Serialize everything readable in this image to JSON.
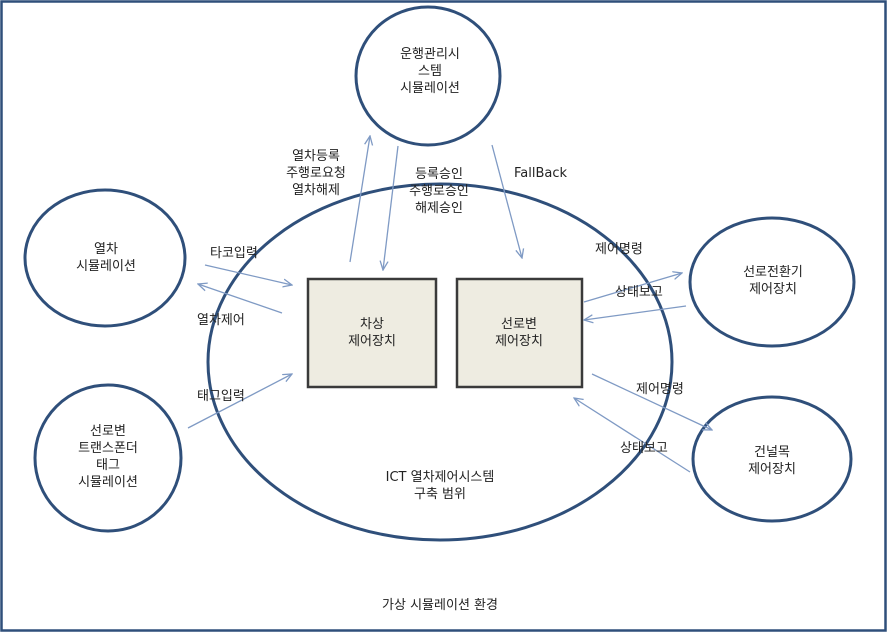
{
  "environment_label": "가상 시뮬레이션 환경",
  "scope_label": [
    "ICT 열차제어시스템",
    "구축 범위"
  ],
  "nodes": {
    "operations_sim": [
      "운행관리시",
      "스템",
      "시뮬레이션"
    ],
    "train_sim": [
      "열차",
      "시뮬레이션"
    ],
    "transponder_sim": [
      "선로변",
      "트랜스폰더",
      "태그",
      "시뮬레이션"
    ],
    "switch_control": [
      "선로전환기",
      "제어장치"
    ],
    "crossing_control": [
      "건널목",
      "제어장치"
    ],
    "onboard_control": [
      "차상",
      "제어장치"
    ],
    "wayside_control": [
      "선로변",
      "제어장치"
    ]
  },
  "arrows": {
    "train_register": [
      "열차등록",
      "주행로요청",
      "열차해제"
    ],
    "approvals": [
      "등록승인",
      "주행로승인",
      "해제승인"
    ],
    "fallback": "FallBack",
    "speed_input": "타코입력",
    "train_control": "열차제어",
    "tag_input": "태그입력",
    "switch_command": "제어명령",
    "switch_status": "상태보고",
    "crossing_command": "제어명령",
    "crossing_status": "상태보고"
  },
  "colors": {
    "ellipse_stroke": "#2f4f7a",
    "frame_stroke": "#2f4f7a",
    "box_fill": "#eeece1",
    "box_stroke": "#3a3a3a",
    "arrow": "#7f9ac4"
  }
}
